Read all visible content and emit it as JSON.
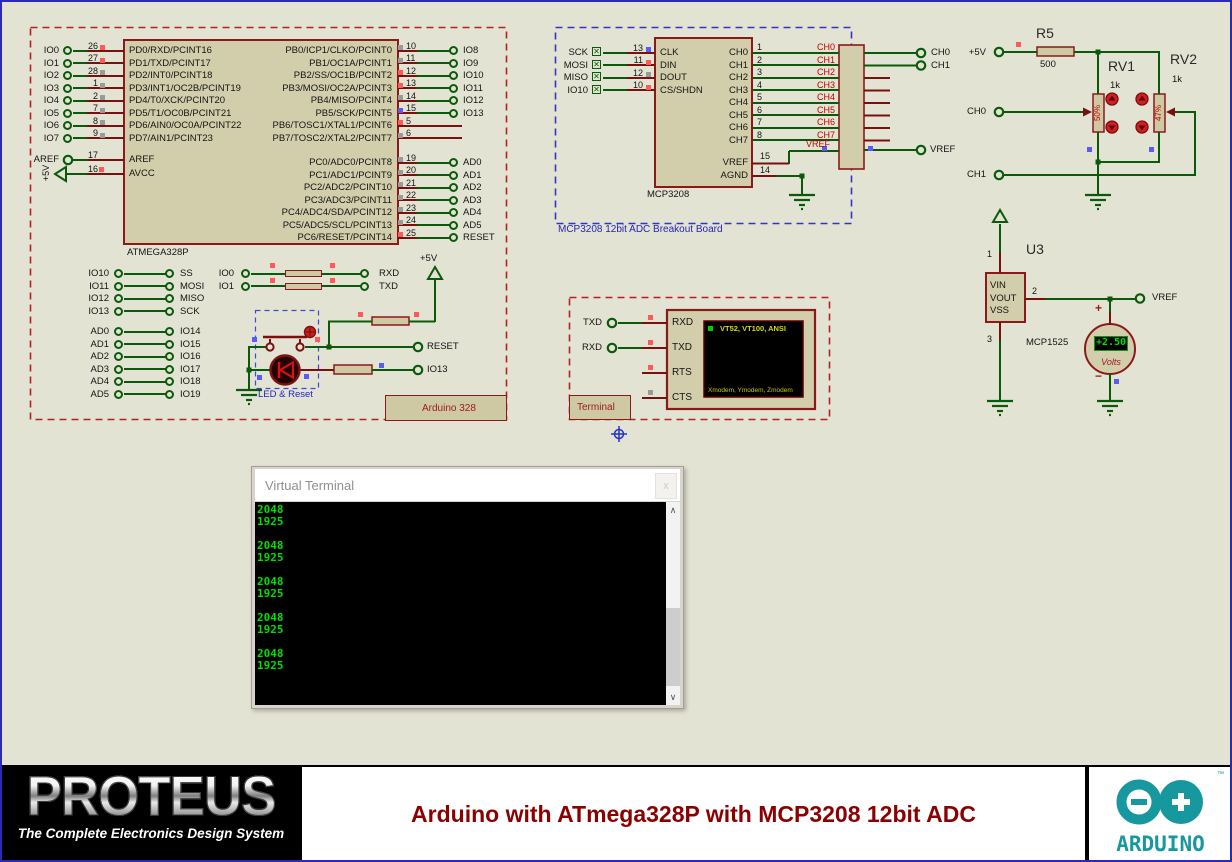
{
  "colors": {
    "canvas_bg": "#e3e3d3",
    "wire_green": "#0b5a0b",
    "component_outline": "#8a1a1a",
    "wire_stub_red": "#7a0f0f",
    "net_label_red": "#c00000",
    "annotation_blue": "#2424bb",
    "indicator_red": "#ff5a5a",
    "indicator_blue": "#5a5aff",
    "indicator_gray": "#9a9a9a",
    "terminal_text_green": "#00dd00",
    "screen_text_yellow": "#d8d800",
    "arduino_teal": "#17989e",
    "banner_title_red": "#8b0000"
  },
  "arduino": {
    "chip_label": "ATMEGA328P",
    "board_label": "Arduino 328",
    "led_reset_label": "LED & Reset",
    "plus5v_label": "+5V",
    "reset_label": "RESET",
    "io13_label": "IO13",
    "aref": {
      "io": "AREF",
      "num": "17",
      "name": "AREF"
    },
    "avcc": {
      "io": "+5V",
      "num": "16",
      "ind": "red",
      "name": "AVCC"
    },
    "left_pins": [
      {
        "io": "IO0",
        "num": "26",
        "ind": "red",
        "name": "PD0/RXD/PCINT16"
      },
      {
        "io": "IO1",
        "num": "27",
        "ind": "red",
        "name": "PD1/TXD/PCINT17"
      },
      {
        "io": "IO2",
        "num": "28",
        "ind": "gray",
        "name": "PD2/INT0/PCINT18"
      },
      {
        "io": "IO3",
        "num": "1",
        "ind": "gray",
        "name": "PD3/INT1/OC2B/PCINT19"
      },
      {
        "io": "IO4",
        "num": "2",
        "ind": "gray",
        "name": "PD4/T0/XCK/PCINT20"
      },
      {
        "io": "IO5",
        "num": "7",
        "ind": "gray",
        "name": "PD5/T1/OC0B/PCINT21"
      },
      {
        "io": "IO6",
        "num": "8",
        "ind": "gray",
        "name": "PD6/AIN0/OC0A/PCINT22"
      },
      {
        "io": "IO7",
        "num": "9",
        "ind": "gray",
        "name": "PD7/AIN1/PCINT23"
      }
    ],
    "right_pins_b": [
      {
        "num": "10",
        "ind": "gray",
        "name": "PB0/ICP1/CLKO/PCINT0",
        "io": "IO8",
        "stub": false
      },
      {
        "num": "11",
        "ind": "gray",
        "name": "PB1/OC1A/PCINT1",
        "io": "IO9",
        "stub": false
      },
      {
        "num": "12",
        "ind": "red",
        "name": "PB2/SS/OC1B/PCINT2",
        "io": "IO10",
        "stub": false
      },
      {
        "num": "13",
        "ind": "red",
        "name": "PB3/MOSI/OC2A/PCINT3",
        "io": "IO11",
        "stub": false
      },
      {
        "num": "14",
        "ind": "gray",
        "name": "PB4/MISO/PCINT4",
        "io": "IO12",
        "stub": false
      },
      {
        "num": "15",
        "ind": "blue",
        "name": "PB5/SCK/PCINT5",
        "io": "IO13",
        "stub": false
      },
      {
        "num": "5",
        "ind": "red",
        "name": "PB6/TOSC1/XTAL1/PCINT6",
        "io": "",
        "stub": true
      },
      {
        "num": "6",
        "ind": "gray",
        "name": "PB7/TOSC2/XTAL2/PCINT7",
        "io": "",
        "stub": true
      }
    ],
    "right_pins_c": [
      {
        "num": "19",
        "ind": "gray",
        "name": "PC0/ADC0/PCINT8",
        "io": "AD0",
        "stub": false
      },
      {
        "num": "20",
        "ind": "gray",
        "name": "PC1/ADC1/PCINT9",
        "io": "AD1",
        "stub": false
      },
      {
        "num": "21",
        "ind": "gray",
        "name": "PC2/ADC2/PCINT10",
        "io": "AD2",
        "stub": false
      },
      {
        "num": "22",
        "ind": "gray",
        "name": "PC3/ADC3/PCINT11",
        "io": "AD3",
        "stub": false
      },
      {
        "num": "23",
        "ind": "gray",
        "name": "PC4/ADC4/SDA/PCINT12",
        "io": "AD4",
        "stub": false
      },
      {
        "num": "24",
        "ind": "gray",
        "name": "PC5/ADC5/SCL/PCINT13",
        "io": "AD5",
        "stub": false
      },
      {
        "num": "25",
        "ind": "red",
        "name": "PC6/RESET/PCINT14",
        "io": "RESET",
        "stub": false
      }
    ],
    "spi_pairs": [
      {
        "l": "IO10",
        "r": "SS"
      },
      {
        "l": "IO11",
        "r": "MOSI"
      },
      {
        "l": "IO12",
        "r": "MISO"
      },
      {
        "l": "IO13",
        "r": "SCK"
      }
    ],
    "ad_pairs": [
      {
        "l": "AD0",
        "r": "IO14"
      },
      {
        "l": "AD1",
        "r": "IO15"
      },
      {
        "l": "AD2",
        "r": "IO16"
      },
      {
        "l": "AD3",
        "r": "IO17"
      },
      {
        "l": "AD4",
        "r": "IO18"
      },
      {
        "l": "AD5",
        "r": "IO19"
      }
    ],
    "serial_pairs": [
      {
        "l": "IO0",
        "r": "RXD"
      },
      {
        "l": "IO1",
        "r": "TXD"
      }
    ]
  },
  "mcp": {
    "board_label": "MCP3208 12bit ADC Breakout Board",
    "chip_label": "MCP3208",
    "inputs": [
      {
        "label": "SCK",
        "num": "13",
        "ind": "blue",
        "name": "CLK"
      },
      {
        "label": "MOSI",
        "num": "11",
        "ind": "red",
        "name": "DIN"
      },
      {
        "label": "MISO",
        "num": "12",
        "ind": "gray",
        "name": "DOUT"
      },
      {
        "label": "IO10",
        "num": "10",
        "ind": "red",
        "name": "CS/SHDN",
        "cls": "ov"
      }
    ],
    "channels": [
      {
        "name": "CH0",
        "num": "1",
        "net": "CH0"
      },
      {
        "name": "CH1",
        "num": "2",
        "net": "CH1"
      },
      {
        "name": "CH2",
        "num": "3",
        "net": "CH2"
      },
      {
        "name": "CH3",
        "num": "4",
        "net": "CH3"
      },
      {
        "name": "CH4",
        "num": "5",
        "net": "CH4"
      },
      {
        "name": "CH5",
        "num": "6",
        "net": "CH5"
      },
      {
        "name": "CH6",
        "num": "7",
        "net": "CH6"
      },
      {
        "name": "CH7",
        "num": "8",
        "net": "CH7"
      }
    ],
    "vref": {
      "name": "VREF",
      "num": "15"
    },
    "agnd": {
      "name": "AGND",
      "num": "14"
    },
    "vref_net_label": "VREF",
    "out_ch0": "CH0",
    "out_ch1": "CH1",
    "out_vref": "VREF"
  },
  "pots": {
    "plus5v": "+5V",
    "ch0": "CH0",
    "ch1": "CH1",
    "r5": {
      "ref": "R5",
      "value": "500"
    },
    "rv1": {
      "ref": "RV1",
      "value": "1k",
      "pct": "50%"
    },
    "rv2": {
      "ref": "RV2",
      "value": "1k",
      "pct": "47%"
    }
  },
  "u3": {
    "ref": "U3",
    "chip": "MCP1525",
    "pins": [
      "VIN",
      "VOUT",
      "VSS"
    ],
    "pin_nums": [
      "1",
      "2",
      "3"
    ],
    "vref_label": "VREF",
    "voltmeter": {
      "reading": "+2.50",
      "unit": "Volts",
      "plus": "+",
      "minus": "−"
    }
  },
  "terminal_block": {
    "label": "Terminal",
    "ext_txd": "TXD",
    "ext_rxd": "RXD",
    "pins": [
      {
        "name": "RXD",
        "ind": "red"
      },
      {
        "name": "TXD",
        "ind": "red"
      },
      {
        "name": "RTS",
        "ind": "red"
      },
      {
        "name": "CTS",
        "ind": "gray"
      }
    ],
    "screen_top": "VT52, VT100, ANSI",
    "screen_bottom": "Xmodem, Ymodem, Zmodem"
  },
  "virtual_terminal": {
    "title": "Virtual Terminal",
    "close": "x",
    "up_arrow": "∧",
    "down_arrow": "∨",
    "lines": [
      "2048",
      "1925",
      "",
      "2048",
      "1925",
      "",
      "2048",
      "1925",
      "",
      "2048",
      "1925",
      "",
      "2048",
      "1925"
    ]
  },
  "footer": {
    "proteus_logo": "PROTEUS",
    "proteus_tagline": "The Complete Electronics Design System",
    "title": "Arduino with ATmega328P with MCP3208 12bit ADC",
    "arduino_logo": "ARDUINO",
    "tm": "™"
  }
}
